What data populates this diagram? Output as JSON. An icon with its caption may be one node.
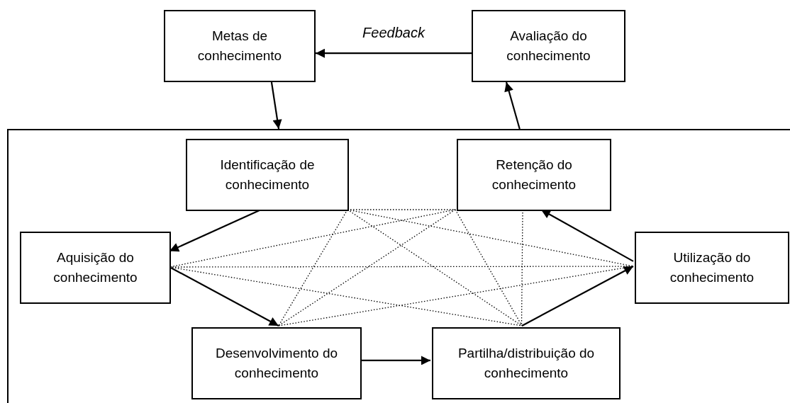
{
  "diagram": {
    "nodes": [
      {
        "text": [
          "Metas de conhecimento"
        ]
      },
      {
        "text": [
          "Avaliação do conhecimento"
        ]
      },
      {
        "text": [],
        "shape": "box"
      },
      {
        "text": [
          "Identificação de conhecimento"
        ],
        "in": 2
      },
      {
        "text": [
          "Retenção do conhecimento"
        ],
        "in": 2
      },
      {
        "text": [
          "Aquisição do conhecimento"
        ],
        "in": 2
      },
      {
        "text": [
          "Utilização do conhecimento"
        ],
        "in": 2
      },
      {
        "text": [
          "Desenvolvimento do conhecimento"
        ],
        "in": 2
      },
      {
        "text": [
          "Partilha/distribuição do conhecimento"
        ],
        "in": 2
      }
    ],
    "edges": [
      {
        "from": 1,
        "to": 0,
        "arrow": "to",
        "label": "Feedback"
      },
      {
        "from": 0,
        "to": 2,
        "arrow": "to"
      },
      {
        "from": 2,
        "to": 1,
        "arrow": "to"
      },
      {
        "from": 3,
        "to": 5,
        "arrow": "to"
      },
      {
        "from": 5,
        "to": 7,
        "arrow": "to"
      },
      {
        "from": 7,
        "to": 8,
        "arrow": "to"
      },
      {
        "from": 8,
        "to": 6,
        "arrow": "to"
      },
      {
        "from": 6,
        "to": 4,
        "arrow": "to"
      },
      {
        "from": 3,
        "to": 4,
        "arrow": "none",
        "style": "dashed"
      },
      {
        "from": 3,
        "to": 6,
        "arrow": "none",
        "style": "dashed"
      },
      {
        "from": 3,
        "to": 8,
        "arrow": "none",
        "style": "dashed"
      },
      {
        "from": 3,
        "to": 7,
        "arrow": "none",
        "style": "dashed"
      },
      {
        "from": 4,
        "to": 5,
        "arrow": "none",
        "style": "dashed"
      },
      {
        "from": 4,
        "to": 7,
        "arrow": "none",
        "style": "dashed"
      },
      {
        "from": 4,
        "to": 8,
        "arrow": "none",
        "style": "dashed"
      },
      {
        "from": 4,
        "to": 8,
        "arrow": "none",
        "style": "dashed"
      },
      {
        "from": 5,
        "to": 6,
        "arrow": "none",
        "style": "dashed"
      },
      {
        "from": 5,
        "to": 8,
        "arrow": "none",
        "style": "dashed"
      },
      {
        "from": 7,
        "to": 6,
        "arrow": "none",
        "style": "dashed"
      }
    ]
  }
}
